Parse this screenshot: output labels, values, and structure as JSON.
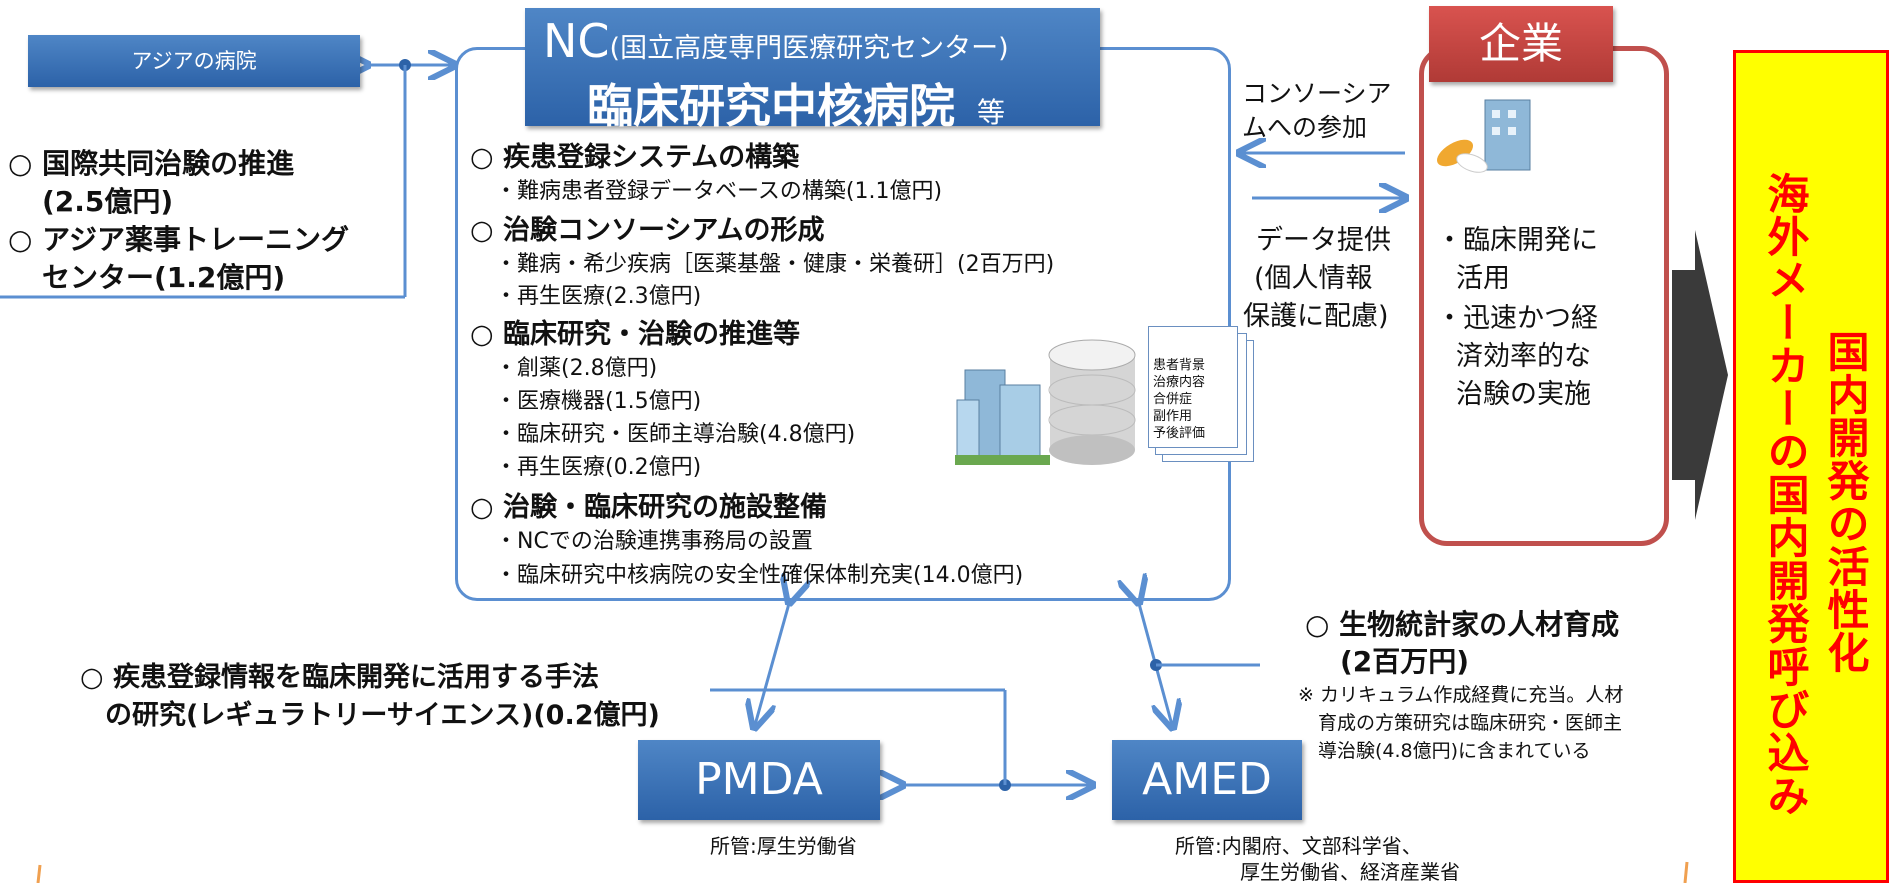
{
  "asia_hospital": "アジアの病院",
  "left_items": {
    "line1": "○ 国際共同治験の推進",
    "line2": "(2.5億円)",
    "line3": "○ アジア薬事トレーニング",
    "line4": "センター(1.2億円)"
  },
  "nc_header": {
    "line1_main": "NC",
    "line1_sub": "(国立高度専門医療研究センター)",
    "line2_main": "臨床研究中核病院",
    "line2_sub": "等"
  },
  "nc_items": [
    "○ 疾患登録システムの構築",
    "・難病患者登録データベースの構築(1.1億円)",
    "○ 治験コンソーシアムの形成",
    "・難病・希少疾病［医薬基盤・健康・栄養研］(2百万円)",
    "・再生医療(2.3億円)",
    "○ 臨床研究・治験の推進等",
    "・創薬(2.8億円)",
    "・医療機器(1.5億円)",
    "・臨床研究・医師主導治験(4.8億円)",
    "・再生医療(0.2億円)",
    "○ 治験・臨床研究の施設整備",
    "・NCでの治験連携事務局の設置",
    "・臨床研究中核病院の安全性確保体制充実(14.0億円)"
  ],
  "document_lines": [
    "患者背景",
    "治療内容",
    "合併症",
    "副作用",
    "予後評価"
  ],
  "consortium_label": [
    "コンソーシア",
    "ムへの参加"
  ],
  "data_provision": [
    "データ提供",
    "(個人情報",
    "保護に配慮)"
  ],
  "kigyo": {
    "title": "企業",
    "text": [
      "・臨床開発に",
      "活用",
      "・迅速かつ経",
      "済効率的な",
      "治験の実施"
    ]
  },
  "yellow_box": {
    "col1": "国内開発の活性化",
    "col2": "海外メーカーの国内開発呼び込み"
  },
  "regulatory_science": [
    "○ 疾患登録情報を臨床開発に活用する手法",
    "の研究(レギュラトリーサイエンス)(0.2億円)"
  ],
  "biostat": {
    "line1": "○ 生物統計家の人材育成",
    "line2": "(2百万円)",
    "note": [
      "※ カリキュラム作成経費に充当。人材",
      "育成の方策研究は臨床研究・医師主",
      "導治験(4.8億円)に含まれている"
    ]
  },
  "pmda": {
    "label": "PMDA",
    "jurisdiction": "所管:厚生労働省"
  },
  "amed": {
    "label": "AMED",
    "jurisdiction": [
      "所管:内閣府、文部科学省、",
      "厚生労働省、経済産業省"
    ]
  },
  "colors": {
    "blue": "#2c62a8",
    "frame": "#5b8fd1",
    "red": "#c0504d",
    "yellow": "#ffff00"
  }
}
